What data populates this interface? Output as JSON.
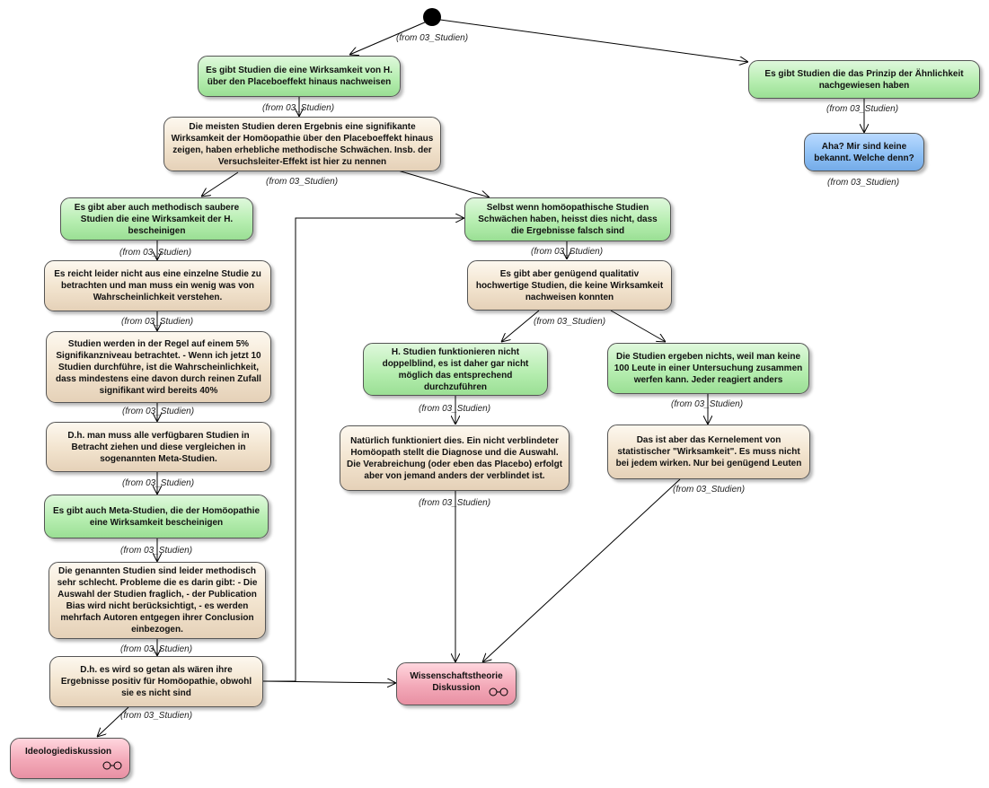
{
  "from_label": "(from 03_Studien)",
  "nodes": {
    "n_wirksamkeit": "Es gibt Studien die eine Wirksamkeit von H. über den Placeboeffekt hinaus nachweisen",
    "n_aehnlichkeit": "Es gibt Studien die das Prinzip der Ähnlichkeit nachgewiesen haben",
    "n_aha": "Aha? Mir sind keine bekannt. Welche denn?",
    "n_meisten": "Die meisten Studien deren Ergebnis eine signifikante Wirksamkeit der Homöopathie über den Placeboeffekt hinaus zeigen, haben erhebliche methodische Schwächen. Insb. der Versuchsleiter-Effekt ist hier zu nennen",
    "n_saubere": "Es gibt aber auch methodisch saubere Studien die eine Wirksamkeit der H. bescheinigen",
    "n_selbst": "Selbst wenn homöopathische Studien Schwächen haben, heisst dies nicht, dass die Ergebnisse falsch sind",
    "n_reicht": "Es reicht leider nicht aus eine einzelne Studie zu betrachten und man muss ein wenig was von Wahrscheinlichkeit verstehen.",
    "n_genuegend": "Es gibt aber genügend qualitativ hochwertige Studien, die keine Wirksamkeit nachweisen konnten",
    "n_regel": "Studien werden in der Regel auf einem 5% Signifikanzniveau betrachtet. - Wenn ich jetzt 10 Studien durchführe, ist die Wahrscheinlichkeit, dass mindestens eine davon durch reinen Zufall signifikant wird bereits 40%",
    "n_doppelblind": "H. Studien funktionieren nicht doppelblind, es ist daher gar nicht möglich das entsprechend durchzuführen",
    "n_nichts": "Die Studien ergeben nichts, weil man keine 100 Leute in einer Untersuchung zusammen werfen kann. Jeder reagiert anders",
    "n_dh_meta": "D.h. man muss alle verfügbaren Studien in Betracht ziehen und diese vergleichen in sogenannten Meta-Studien.",
    "n_natuerlich": "Natürlich funktioniert dies. Ein nicht verblindeter Homöopath stellt die Diagnose und die Auswahl. Die Verabreichung (oder eben das Placebo) erfolgt aber von jemand anders der verblindet ist.",
    "n_kernelement": "Das ist aber das Kernelement von statistischer \"Wirksamkeit\". Es muss nicht bei jedem wirken. Nur bei genügend Leuten",
    "n_meta": "Es gibt auch Meta-Studien, die der Homöopathie eine Wirksamkeit bescheinigen",
    "n_genannten": "Die genannten Studien sind leider methodisch sehr schlecht. Probleme die es darin gibt: - Die Auswahl der Studien fraglich, - der Publication Bias wird nicht berücksichtigt, - es werden mehrfach Autoren entgegen ihrer Conclusion einbezogen.",
    "n_getan": "D.h. es wird so getan als wären ihre Ergebnisse positiv für Homöopathie, obwohl sie es nicht sind",
    "n_wissenschaft": "Wissenschaftstheorie Diskussion",
    "n_ideologie": "Ideologiediskussion"
  },
  "colors": {
    "tan": "#f3e5d0",
    "green": "#b7eeb1",
    "blue": "#8fc1f5",
    "pink": "#f3a9b8",
    "edge": "#000000"
  },
  "icons": {
    "start": "initial-node-icon",
    "subdiagram": "glasses-icon"
  }
}
